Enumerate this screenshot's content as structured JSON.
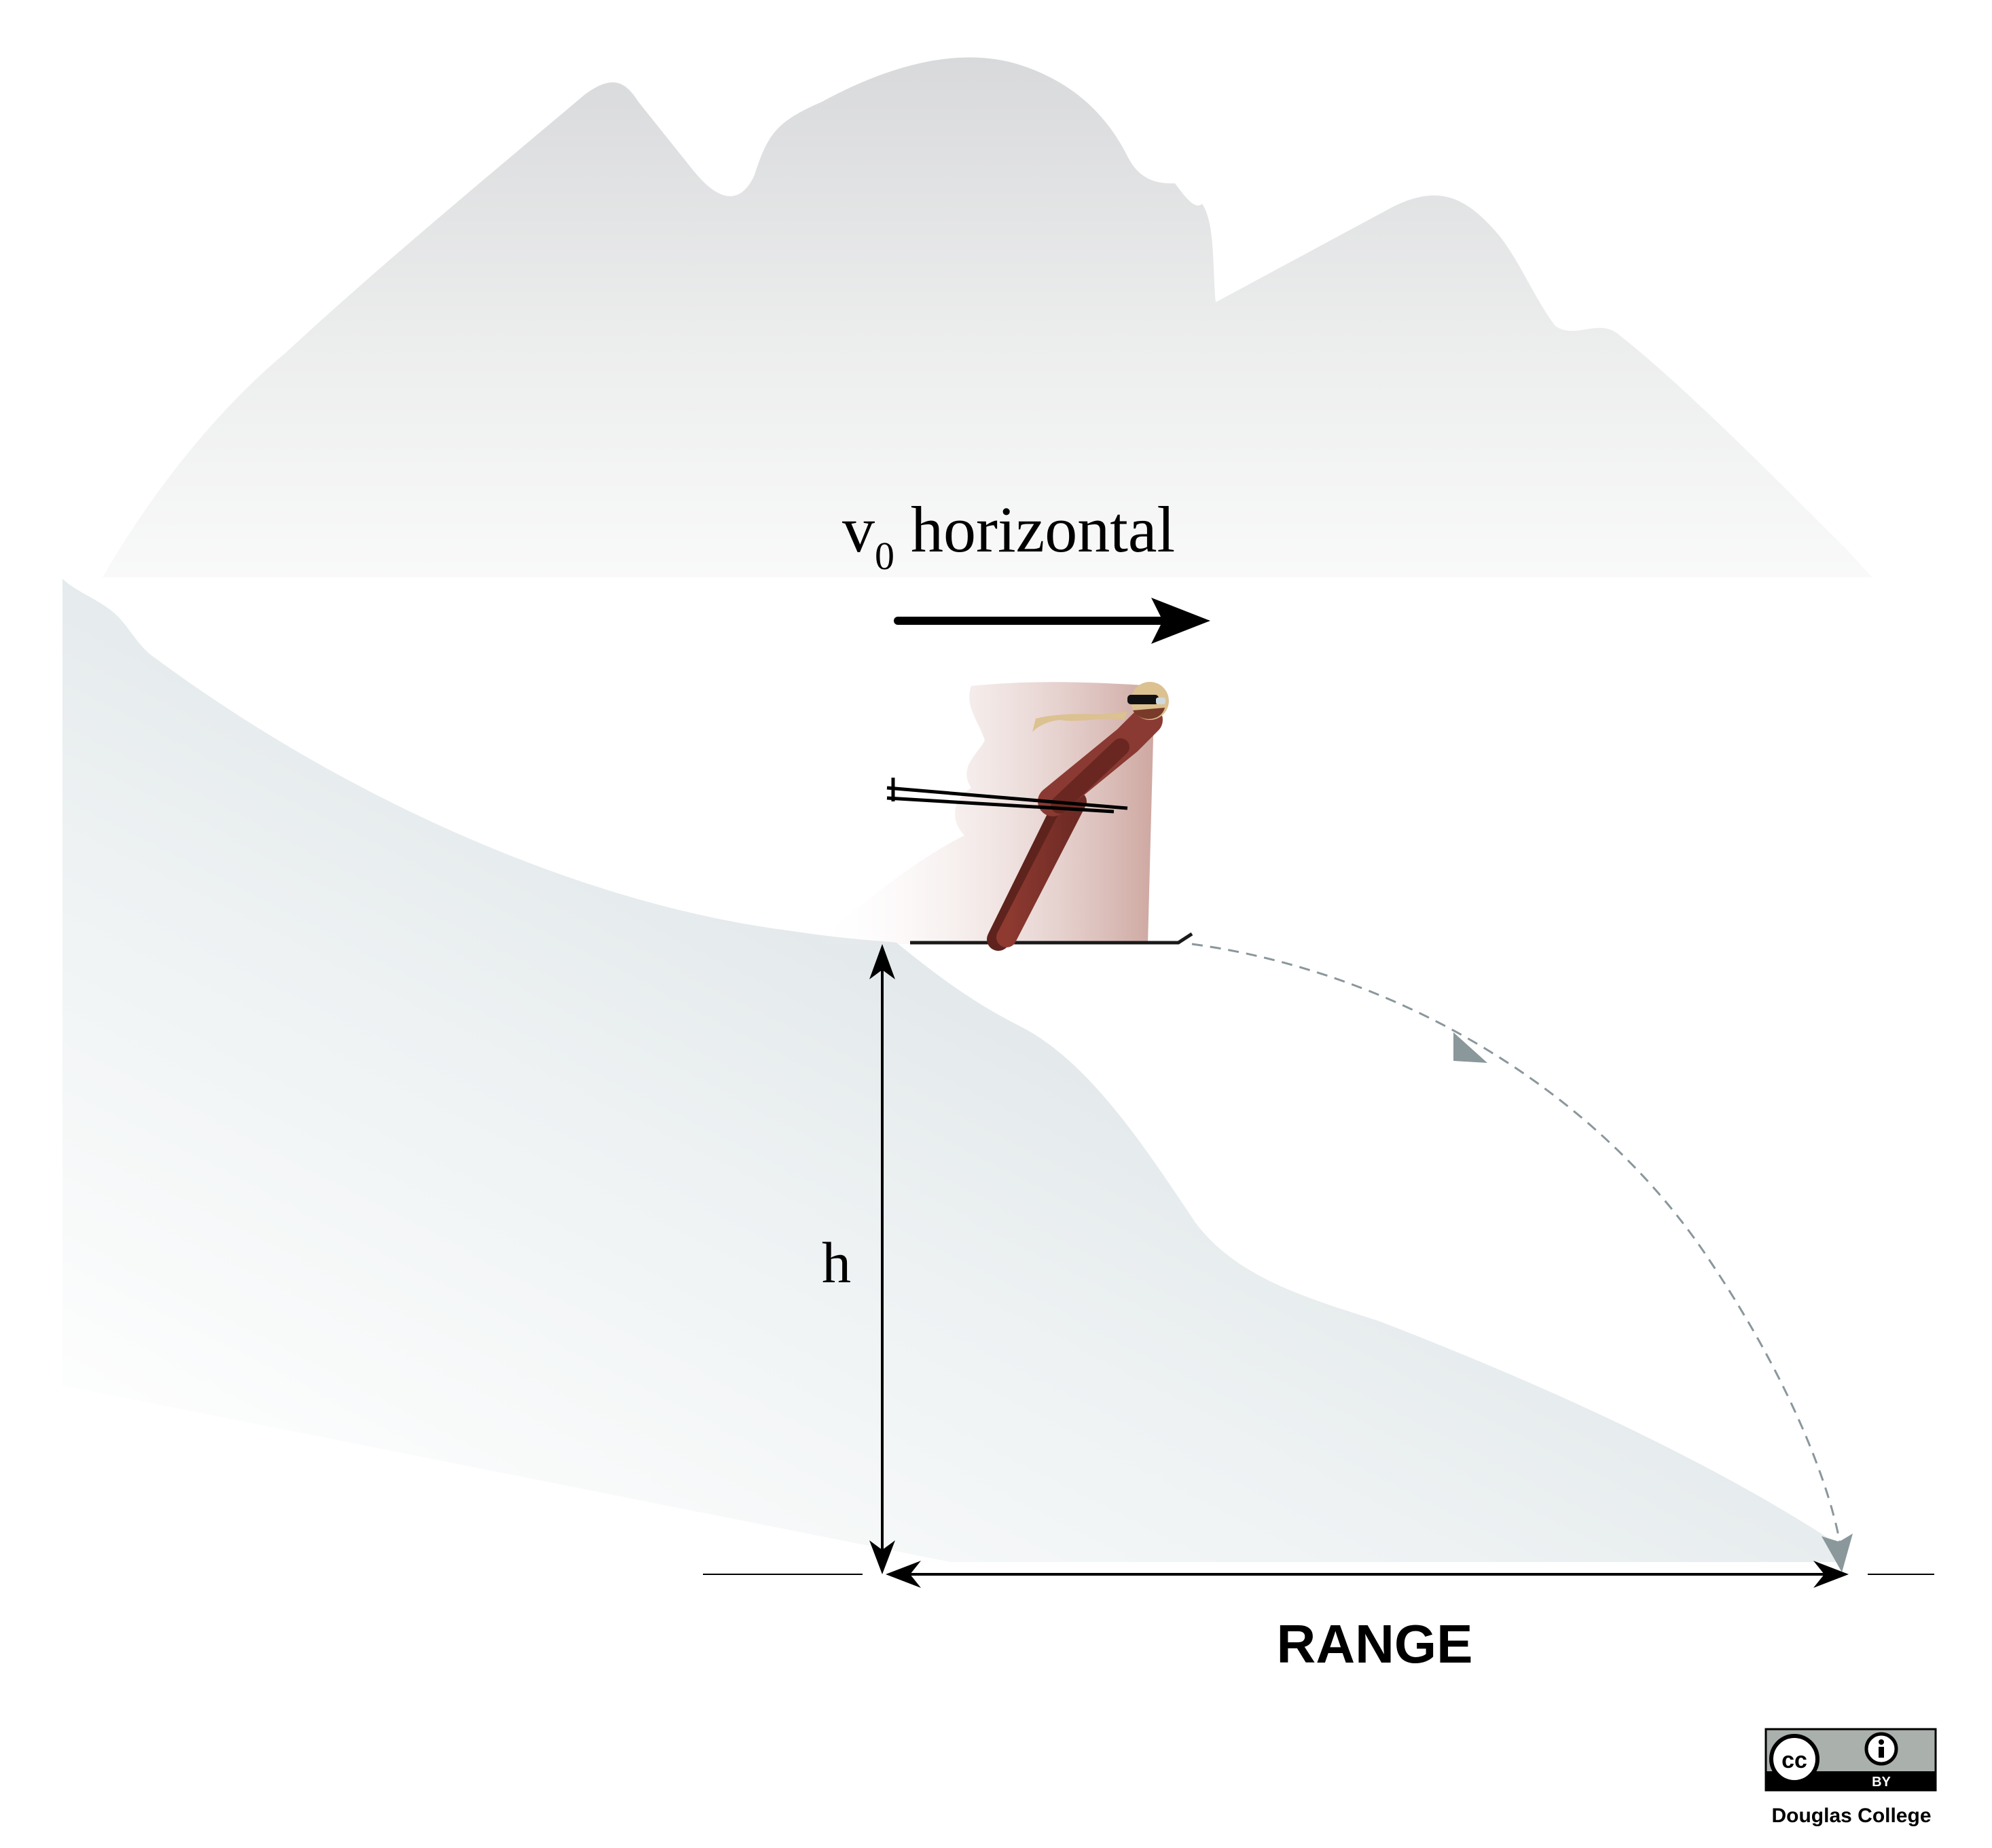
{
  "labels": {
    "velocity_symbol": "v",
    "velocity_subscript": "0",
    "velocity_text": "horizontal",
    "height": "h",
    "range": "RANGE"
  },
  "license": {
    "badge_cc": "cc",
    "badge_by": "BY",
    "publisher": "Douglas College"
  },
  "colors": {
    "sky_mountains": "#d8d9db",
    "slope": "#d5dde1",
    "arrow": "#000000",
    "trajectory": "#8a979b",
    "skier_suit": "#8a3a32",
    "skier_skin": "#dcc191",
    "speed_blur": "#ad6b60"
  }
}
